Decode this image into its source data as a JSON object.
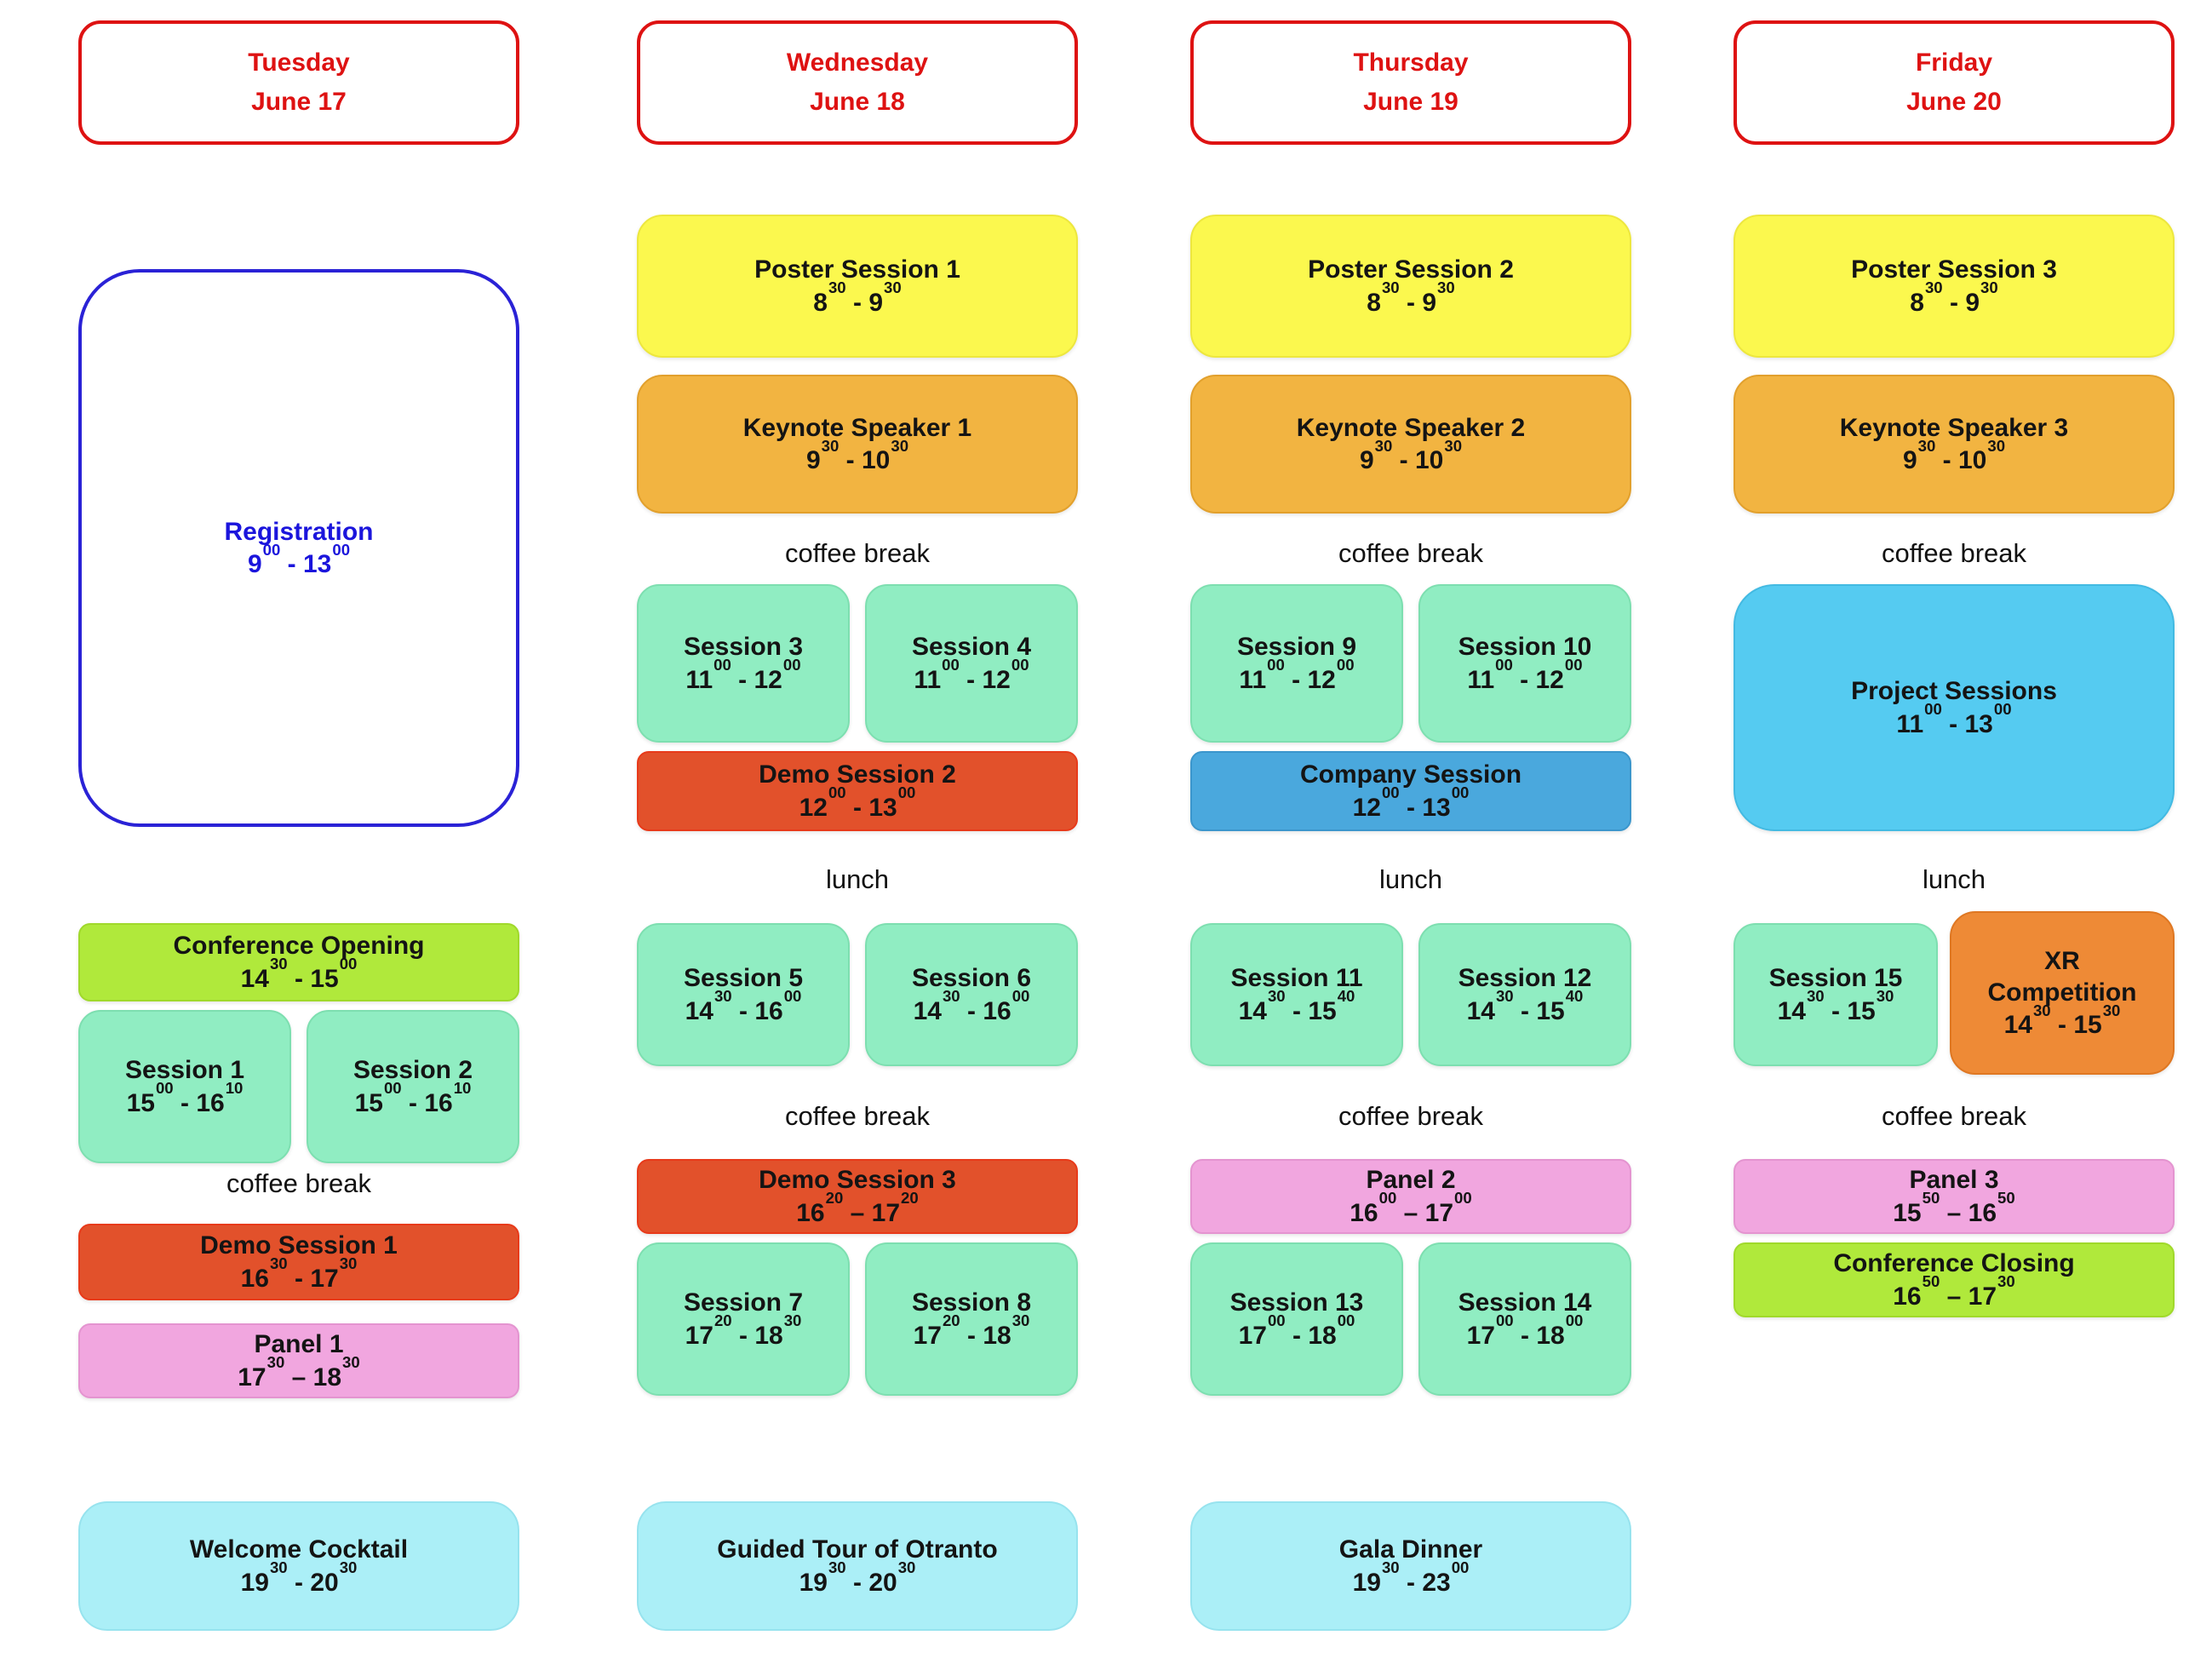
{
  "labels": {
    "coffee_break": "coffee break",
    "lunch": "lunch"
  },
  "colors": {
    "header_red": "#DE1212",
    "registration_blue": "#1B15DC",
    "poster_yellow": "#FBF84E",
    "keynote_amber": "#F2B441",
    "session_mint": "#90EDC2",
    "demo_red": "#E2512B",
    "company_blue": "#4AA8DD",
    "project_sky": "#55CBF1",
    "evening_cyan": "#ABEFF7",
    "opening_closing_lime": "#B0E93B",
    "panel_pink": "#F1A6DF",
    "xr_orange": "#EE8A36"
  },
  "chart_data": {
    "type": "table",
    "title": "Conference schedule June 17-20",
    "columns": [
      "Tuesday June 17",
      "Wednesday June 18",
      "Thursday June 19",
      "Friday June 20"
    ],
    "rows": [
      [
        "Registration 9.00-13.00",
        "Poster Session 1 8.30-9.30",
        "Poster Session 2 8.30-9.30",
        "Poster Session 3 8.30-9.30"
      ],
      [
        "",
        "Keynote Speaker 1 9.30-10.30",
        "Keynote Speaker 2 9.30-10.30",
        "Keynote Speaker 3 9.30-10.30"
      ],
      [
        "",
        "coffee break",
        "coffee break",
        "coffee break"
      ],
      [
        "",
        "Session 3 / Session 4 11.00-12.00",
        "Session 9 / Session 10 11.00-12.00",
        "Project Sessions 11.00-13.00"
      ],
      [
        "",
        "Demo Session 2 12.00-13.00",
        "Company Session 12.00-13.00",
        ""
      ],
      [
        "",
        "lunch",
        "lunch",
        "lunch"
      ],
      [
        "Conference Opening 14.30-15.00",
        "Session 5 / Session 6 14.30-16.00",
        "Session 11 / Session 12 14.30-15.40",
        "Session 15 14.30-15.30 / XR Competition 14.30-15.30"
      ],
      [
        "Session 1 / Session 2 15.00-16.10",
        "coffee break",
        "coffee break",
        "coffee break"
      ],
      [
        "coffee break",
        "Demo Session 3 16.20-17.20",
        "Panel 2 16.00-17.00",
        "Panel 3 15.50-16.50"
      ],
      [
        "Demo Session 1 16.30-17.30",
        "Session 7 / Session 8 17.20-18.30",
        "Session 13 / Session 14 17.00-18.00",
        "Conference Closing 16.50-17.30"
      ],
      [
        "Panel 1 17.30-18.30",
        "",
        "",
        ""
      ],
      [
        "Welcome Cocktail 19.30-20.30",
        "Guided Tour of Otranto 19.30-20.30",
        "Gala Dinner 19.30-23.00",
        ""
      ]
    ]
  },
  "tuesday": {
    "header": {
      "day": "Tuesday",
      "date": "June 17"
    },
    "reg": {
      "title": "Registration",
      "t": {
        "sh": "9",
        "sm": "00",
        "sep": " - ",
        "eh": "13",
        "em": "00"
      }
    },
    "opening": {
      "title": "Conference Opening",
      "t": {
        "sh": "14",
        "sm": "30",
        "sep": " - ",
        "eh": "15",
        "em": "00"
      }
    },
    "s1": {
      "title": "Session 1",
      "t": {
        "sh": "15",
        "sm": "00",
        "sep": " - ",
        "eh": "16",
        "em": "10"
      }
    },
    "s2": {
      "title": "Session 2",
      "t": {
        "sh": "15",
        "sm": "00",
        "sep": " - ",
        "eh": "16",
        "em": "10"
      }
    },
    "demo1": {
      "title": "Demo Session 1",
      "t": {
        "sh": "16",
        "sm": "30",
        "sep": " - ",
        "eh": "17",
        "em": "30"
      }
    },
    "panel1": {
      "title": "Panel 1",
      "t": {
        "sh": "17",
        "sm": "30",
        "sep": " – ",
        "eh": "18",
        "em": "30"
      }
    },
    "cocktail": {
      "title": "Welcome Cocktail",
      "t": {
        "sh": "19",
        "sm": "30",
        "sep": " - ",
        "eh": "20",
        "em": "30"
      }
    }
  },
  "wednesday": {
    "header": {
      "day": "Wednesday",
      "date": "June 18"
    },
    "poster1": {
      "title": "Poster Session 1",
      "t": {
        "sh": "8",
        "sm": "30",
        "sep": " - ",
        "eh": "9",
        "em": "30"
      }
    },
    "keynote1": {
      "title": "Keynote Speaker 1",
      "t": {
        "sh": "9",
        "sm": "30",
        "sep": " - ",
        "eh": "10",
        "em": "30"
      }
    },
    "s3": {
      "title": "Session 3",
      "t": {
        "sh": "11",
        "sm": "00",
        "sep": " - ",
        "eh": "12",
        "em": "00"
      }
    },
    "s4": {
      "title": "Session 4",
      "t": {
        "sh": "11",
        "sm": "00",
        "sep": " - ",
        "eh": "12",
        "em": "00"
      }
    },
    "demo2": {
      "title": "Demo Session 2",
      "t": {
        "sh": "12",
        "sm": "00",
        "sep": " - ",
        "eh": "13",
        "em": "00"
      }
    },
    "s5": {
      "title": "Session 5",
      "t": {
        "sh": "14",
        "sm": "30",
        "sep": " - ",
        "eh": "16",
        "em": "00"
      }
    },
    "s6": {
      "title": "Session 6",
      "t": {
        "sh": "14",
        "sm": "30",
        "sep": " - ",
        "eh": "16",
        "em": "00"
      }
    },
    "demo3": {
      "title": "Demo Session 3",
      "t": {
        "sh": "16",
        "sm": "20",
        "sep": " – ",
        "eh": "17",
        "em": "20"
      }
    },
    "s7": {
      "title": "Session 7",
      "t": {
        "sh": "17",
        "sm": "20",
        "sep": " - ",
        "eh": "18",
        "em": "30"
      }
    },
    "s8": {
      "title": "Session 8",
      "t": {
        "sh": "17",
        "sm": "20",
        "sep": " - ",
        "eh": "18",
        "em": "30"
      }
    },
    "tour": {
      "title": "Guided Tour of Otranto",
      "t": {
        "sh": "19",
        "sm": "30",
        "sep": " - ",
        "eh": "20",
        "em": "30"
      }
    }
  },
  "thursday": {
    "header": {
      "day": "Thursday",
      "date": "June 19"
    },
    "poster2": {
      "title": "Poster Session 2",
      "t": {
        "sh": "8",
        "sm": "30",
        "sep": " - ",
        "eh": "9",
        "em": "30"
      }
    },
    "keynote2": {
      "title": "Keynote Speaker 2",
      "t": {
        "sh": "9",
        "sm": "30",
        "sep": " - ",
        "eh": "10",
        "em": "30"
      }
    },
    "s9": {
      "title": "Session 9",
      "t": {
        "sh": "11",
        "sm": "00",
        "sep": " - ",
        "eh": "12",
        "em": "00"
      }
    },
    "s10": {
      "title": "Session 10",
      "t": {
        "sh": "11",
        "sm": "00",
        "sep": " - ",
        "eh": "12",
        "em": "00"
      }
    },
    "company": {
      "title": "Company Session",
      "t": {
        "sh": "12",
        "sm": "00",
        "sep": " - ",
        "eh": "13",
        "em": "00"
      }
    },
    "s11": {
      "title": "Session 11",
      "t": {
        "sh": "14",
        "sm": "30",
        "sep": " - ",
        "eh": "15",
        "em": "40"
      }
    },
    "s12": {
      "title": "Session 12",
      "t": {
        "sh": "14",
        "sm": "30",
        "sep": " - ",
        "eh": "15",
        "em": "40"
      }
    },
    "panel2": {
      "title": "Panel 2",
      "t": {
        "sh": "16",
        "sm": "00",
        "sep": " – ",
        "eh": "17",
        "em": "00"
      }
    },
    "s13": {
      "title": "Session 13",
      "t": {
        "sh": "17",
        "sm": "00",
        "sep": " - ",
        "eh": "18",
        "em": "00"
      }
    },
    "s14": {
      "title": "Session 14",
      "t": {
        "sh": "17",
        "sm": "00",
        "sep": " - ",
        "eh": "18",
        "em": "00"
      }
    },
    "gala": {
      "title": "Gala Dinner",
      "t": {
        "sh": "19",
        "sm": "30",
        "sep": " - ",
        "eh": "23",
        "em": "00"
      }
    }
  },
  "friday": {
    "header": {
      "day": "Friday",
      "date": "June 20"
    },
    "poster3": {
      "title": "Poster Session 3",
      "t": {
        "sh": "8",
        "sm": "30",
        "sep": " - ",
        "eh": "9",
        "em": "30"
      }
    },
    "keynote3": {
      "title": "Keynote Speaker 3",
      "t": {
        "sh": "9",
        "sm": "30",
        "sep": " - ",
        "eh": "10",
        "em": "30"
      }
    },
    "projects": {
      "title": "Project Sessions",
      "t": {
        "sh": "11",
        "sm": "00",
        "sep": " - ",
        "eh": "13",
        "em": "00"
      }
    },
    "s15": {
      "title": "Session 15",
      "t": {
        "sh": "14",
        "sm": "30",
        "sep": " - ",
        "eh": "15",
        "em": "30"
      }
    },
    "xr": {
      "title": "XR\nCompetition",
      "t": {
        "sh": "14",
        "sm": "30",
        "sep": " - ",
        "eh": "15",
        "em": "30"
      }
    },
    "panel3": {
      "title": "Panel 3",
      "t": {
        "sh": "15",
        "sm": "50",
        "sep": " – ",
        "eh": "16",
        "em": "50"
      }
    },
    "closing": {
      "title": "Conference Closing",
      "t": {
        "sh": "16",
        "sm": "50",
        "sep": " – ",
        "eh": "17",
        "em": "30"
      }
    }
  }
}
